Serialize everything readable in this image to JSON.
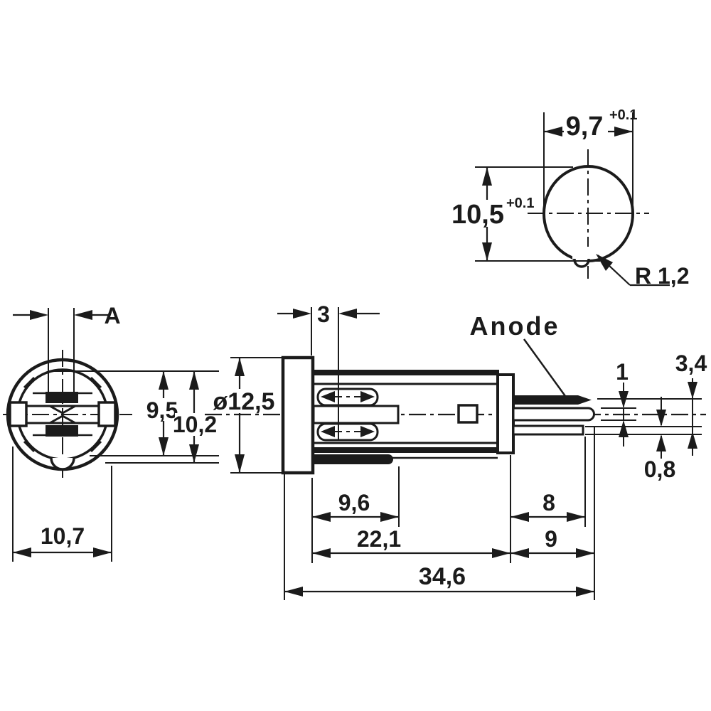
{
  "colors": {
    "ink": "#1b1b1b",
    "paper": "#ffffff"
  },
  "front_view": {
    "dim_contact_width": "A",
    "dim_across_flats": "9,5",
    "dim_body_diameter": "10,2",
    "dim_outer_width": "10,7"
  },
  "side_view": {
    "dim_flange_thickness": "3",
    "dim_flange_diameter": "ø12,5",
    "anode_label": "Anode",
    "dim_front_section": "9,6",
    "dim_body_length": "22,1",
    "dim_overall_length": "34,6",
    "dim_pin_length_short": "8",
    "dim_pin_length_long": "9",
    "dim_pin_width": "1",
    "dim_pin_thickness": "0,8",
    "dim_pin_span": "3,4"
  },
  "hole_view": {
    "dim_hole_width": "9,7",
    "dim_hole_width_tol": "+0.1",
    "dim_hole_height": "10,5",
    "dim_hole_height_tol": "+0.1",
    "dim_keyway_radius": "R 1,2"
  }
}
